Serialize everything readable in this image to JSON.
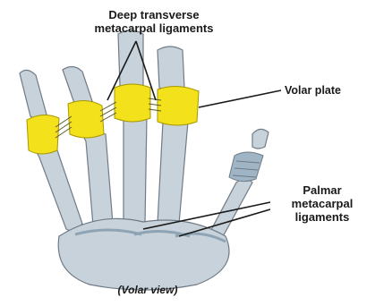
{
  "labels": {
    "deep_transverse": [
      "Deep transverse",
      "metacarpal ligaments"
    ],
    "volar_plate": "Volar plate",
    "palmar_metacarpal": [
      "Palmar",
      "metacarpal",
      "ligaments"
    ],
    "view_caption": "(Volar view)"
  },
  "colors": {
    "bone_fill": "#c7d2da",
    "bone_stroke": "#6f7b86",
    "volar_plate": "#f3e11c",
    "ligament_band": "#9fb4c4",
    "leader_line": "#1a1a1a"
  }
}
